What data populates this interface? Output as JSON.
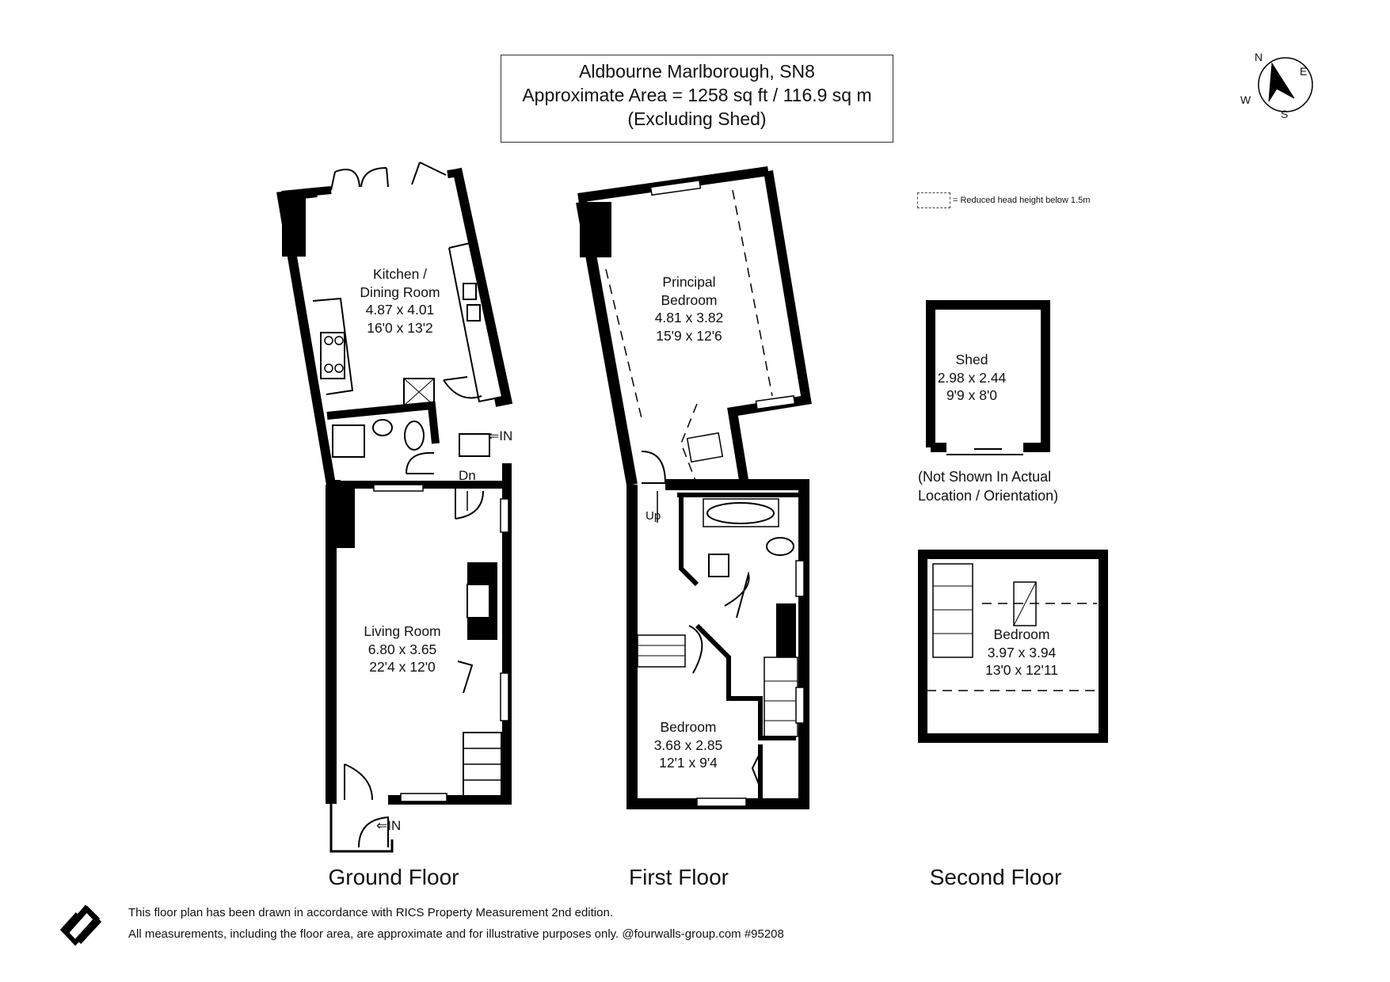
{
  "title": {
    "line1": "Aldbourne Marlborough, SN8",
    "line2": "Approximate Area = 1258 sq ft / 116.9 sq m",
    "line3": "(Excluding Shed)"
  },
  "legend": {
    "text": "= Reduced head height below 1.5m"
  },
  "compass": {
    "n": "N",
    "e": "E",
    "s": "S",
    "w": "W"
  },
  "floors": {
    "ground": "Ground Floor",
    "first": "First Floor",
    "second": "Second Floor"
  },
  "rooms": {
    "kitchen": {
      "name1": "Kitchen /",
      "name2": "Dining Room",
      "metric": "4.87 x 4.01",
      "imperial": "16'0 x 13'2"
    },
    "living": {
      "name": "Living Room",
      "metric": "6.80 x 3.65",
      "imperial": "22'4 x 12'0"
    },
    "principal": {
      "name1": "Principal",
      "name2": "Bedroom",
      "metric": "4.81 x 3.82",
      "imperial": "15'9 x 12'6"
    },
    "bedroom1": {
      "name": "Bedroom",
      "metric": "3.68 x 2.85",
      "imperial": "12'1 x 9'4"
    },
    "shed": {
      "name": "Shed",
      "metric": "2.98 x 2.44",
      "imperial": "9'9 x 8'0"
    },
    "bedroom2": {
      "name": "Bedroom",
      "metric": "3.97 x 3.94",
      "imperial": "13'0 x 12'11"
    }
  },
  "markers": {
    "in_top": "IN",
    "in_bottom": "IN",
    "down": "Dn",
    "up": "Up"
  },
  "shed_note": {
    "line1": "(Not Shown In Actual",
    "line2": "Location / Orientation)"
  },
  "footer": {
    "line1": "This floor plan has been drawn in accordance with RICS Property Measurement 2nd edition.",
    "line2": "All measurements, including the floor area, are approximate and for illustrative purposes only. @fourwalls-group.com #95208"
  }
}
